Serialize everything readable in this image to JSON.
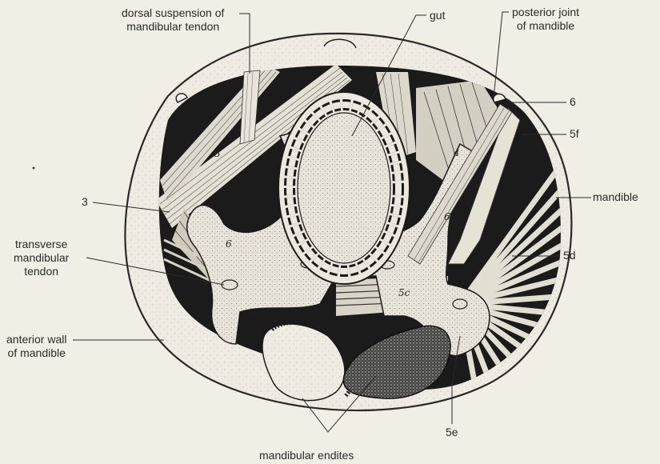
{
  "labels": {
    "dorsal_suspension": [
      "dorsal suspension of",
      "mandibular tendon"
    ],
    "gut": "gut",
    "posterior_joint": [
      "posterior joint",
      "of mandible"
    ],
    "l6": "6",
    "l5f": "5f",
    "mandible": "mandible",
    "l3": "3",
    "l5d": "5d",
    "transverse_tendon": [
      "transverse",
      "mandibular",
      "tendon"
    ],
    "anterior_wall": [
      "anterior wall",
      "of mandible"
    ],
    "l5e": "5e",
    "endites": "mandibular endites"
  },
  "inline_marks": {
    "m3": "3",
    "m6a": "6",
    "m6b": "6",
    "m4": "4",
    "m5c": "5c"
  },
  "colors": {
    "background": "#f1eee6",
    "ink": "#1b1b1b",
    "shell": "#ece8dd",
    "muscle": "#e4e0d4",
    "tendon": "#dedacd"
  }
}
